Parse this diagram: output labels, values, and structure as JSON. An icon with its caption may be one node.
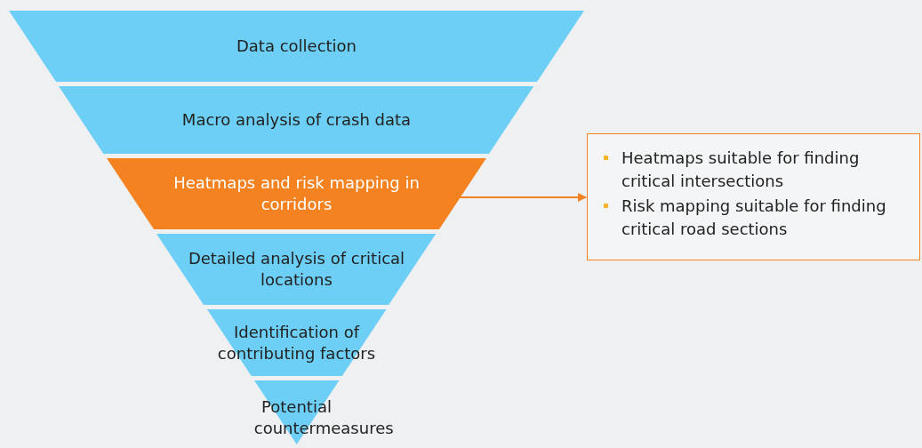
{
  "diagram": {
    "nodes": [
      {
        "text": [
          "Data collection"
        ]
      },
      {
        "text": [
          "Macro analysis of crash data"
        ]
      },
      {
        "text": [
          "Heatmaps and risk mapping in corridors"
        ]
      },
      {
        "text": [
          "Detailed analysis of critical locations"
        ]
      },
      {
        "text": [
          "Identification of contributing factors"
        ]
      },
      {
        "text": [
          "Potential countermeasures"
        ]
      },
      {
        "text": [
          "Heatmaps suitable for finding critical intersections",
          "Risk mapping suitable for finding critical road sections"
        ]
      }
    ],
    "edges": [
      {
        "from": 2,
        "to": 6,
        "arrow": "to"
      }
    ]
  }
}
